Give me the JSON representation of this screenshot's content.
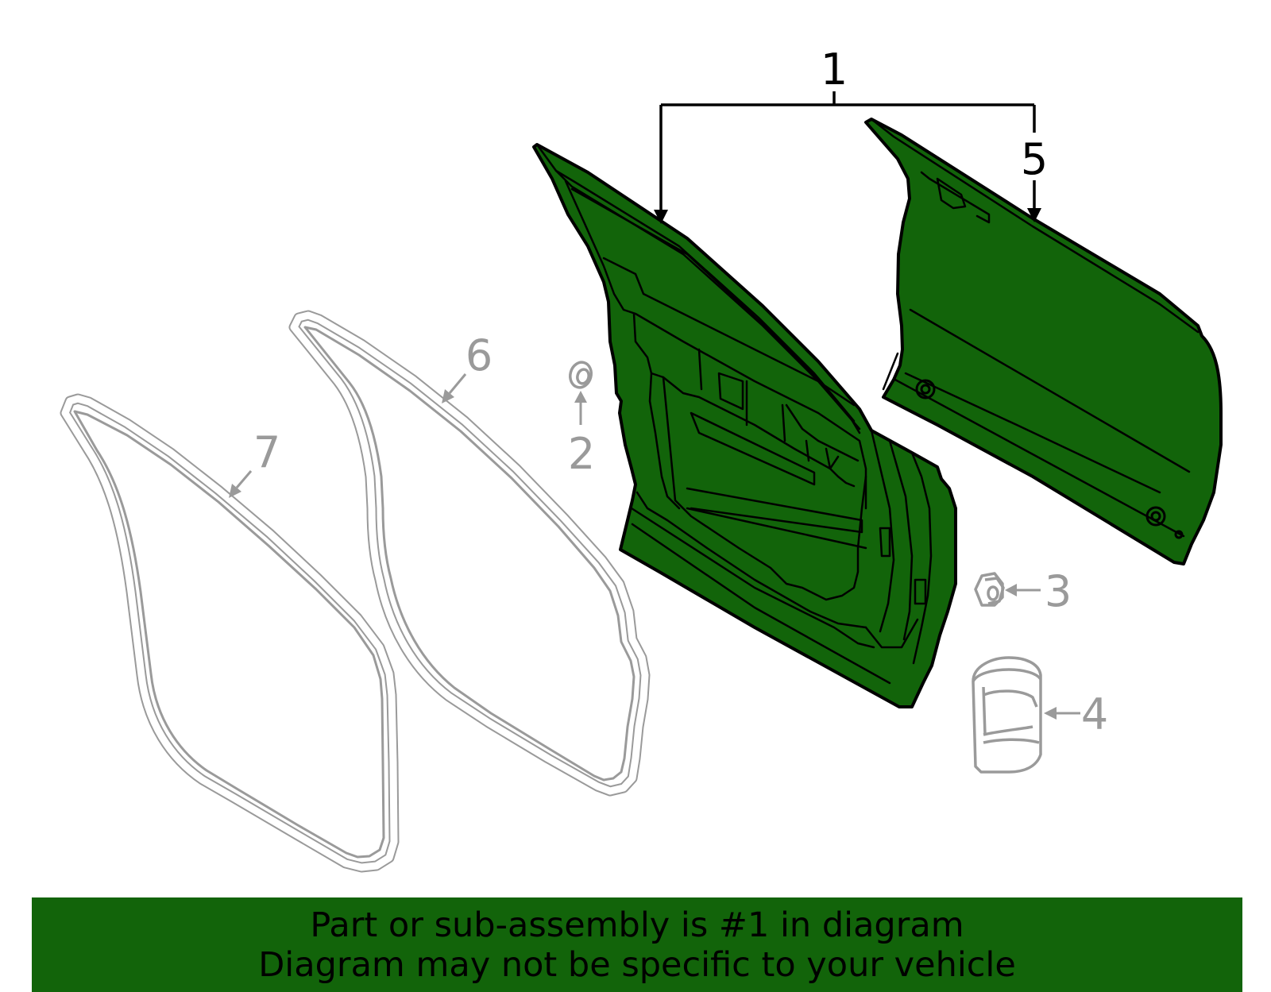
{
  "colors": {
    "highlight_fill": "#12640a",
    "highlight_stroke": "#000000",
    "secondary_part": "#9a9a9a",
    "banner_bg": "#12640a",
    "banner_text": "#000000"
  },
  "callouts": [
    {
      "id": "1",
      "label": "1",
      "highlighted": true
    },
    {
      "id": "2",
      "label": "2",
      "highlighted": false
    },
    {
      "id": "3",
      "label": "3",
      "highlighted": false
    },
    {
      "id": "4",
      "label": "4",
      "highlighted": false
    },
    {
      "id": "5",
      "label": "5",
      "highlighted": true
    },
    {
      "id": "6",
      "label": "6",
      "highlighted": false
    },
    {
      "id": "7",
      "label": "7",
      "highlighted": false
    }
  ],
  "banner": {
    "line1": "Part or sub-assembly is #1 in diagram",
    "line2": "Diagram may not be specific to your vehicle"
  }
}
